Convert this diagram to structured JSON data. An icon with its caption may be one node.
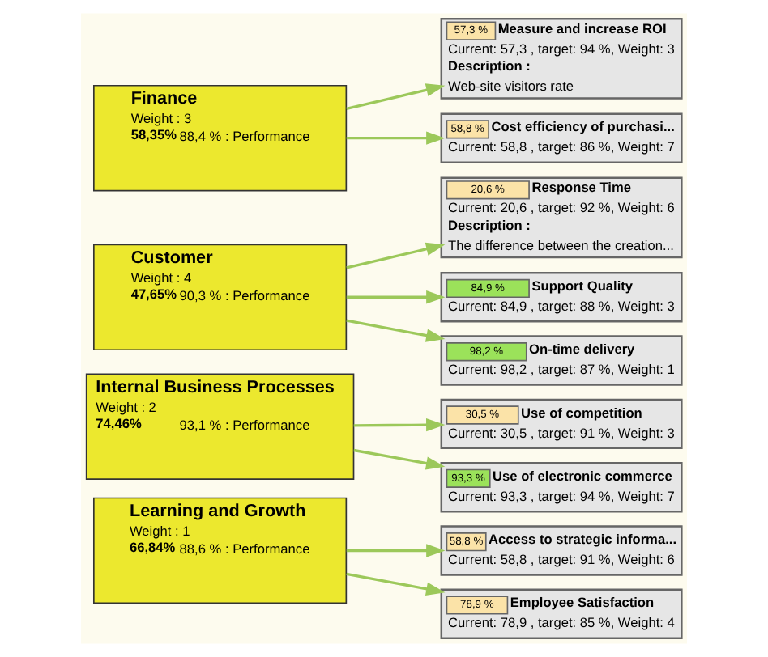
{
  "diagram": {
    "nodes": [
      {
        "text": [
          "Finance",
          "Weight : 3",
          "58,35%",
          "88,4 % : Performance"
        ]
      },
      {
        "text": [
          "57,3 %",
          "Measure and increase ROI",
          "Current: 57,3 , target: 94 %, Weight: 3",
          "Description :",
          "Web-site visitors rate"
        ]
      },
      {
        "text": [
          "58,8 %",
          "Cost efficiency of purchasi...",
          "Current: 58,8 , target: 86 %, Weight: 7"
        ]
      },
      {
        "text": [
          "Customer",
          "Weight : 4",
          "47,65%",
          "90,3 % : Performance"
        ]
      },
      {
        "text": [
          "20,6 %",
          "Response Time",
          "Current: 20,6 , target: 92 %, Weight: 6",
          "Description :",
          "The difference between the creation..."
        ]
      },
      {
        "text": [
          "84,9 %",
          "Support Quality",
          "Current: 84,9 , target: 88 %, Weight: 3"
        ]
      },
      {
        "text": [
          "98,2 %",
          "On-time delivery",
          "Current: 98,2 , target: 87 %, Weight: 1"
        ]
      },
      {
        "text": [
          "Internal Business Processes",
          "Weight : 2",
          "74,46%",
          "93,1 % : Performance"
        ]
      },
      {
        "text": [
          "30,5 %",
          "Use of competition",
          "Current: 30,5 , target: 91 %, Weight: 3"
        ]
      },
      {
        "text": [
          "93,3 %",
          "Use of electronic commerce",
          "Current: 93,3 , target: 94 %, Weight: 7"
        ]
      },
      {
        "text": [
          "Learning and Growth",
          "Weight : 1",
          "66,84%",
          "88,6 % : Performance"
        ]
      },
      {
        "text": [
          "58,8 %",
          "Access to strategic informa...",
          "Current: 58,8 , target: 91 %, Weight: 6"
        ]
      },
      {
        "text": [
          "78,9 %",
          "Employee Satisfaction",
          "Current: 78,9 , target: 85 %, Weight: 4"
        ]
      }
    ],
    "edges": [
      {
        "from": 0,
        "to": 1,
        "arrow": "to"
      },
      {
        "from": 0,
        "to": 2,
        "arrow": "to"
      },
      {
        "from": 3,
        "to": 4,
        "arrow": "to"
      },
      {
        "from": 3,
        "to": 5,
        "arrow": "to"
      },
      {
        "from": 3,
        "to": 6,
        "arrow": "to"
      },
      {
        "from": 7,
        "to": 8,
        "arrow": "to"
      },
      {
        "from": 7,
        "to": 9,
        "arrow": "to"
      },
      {
        "from": 10,
        "to": 11,
        "arrow": "to"
      },
      {
        "from": 10,
        "to": 12,
        "arrow": "to"
      }
    ]
  }
}
